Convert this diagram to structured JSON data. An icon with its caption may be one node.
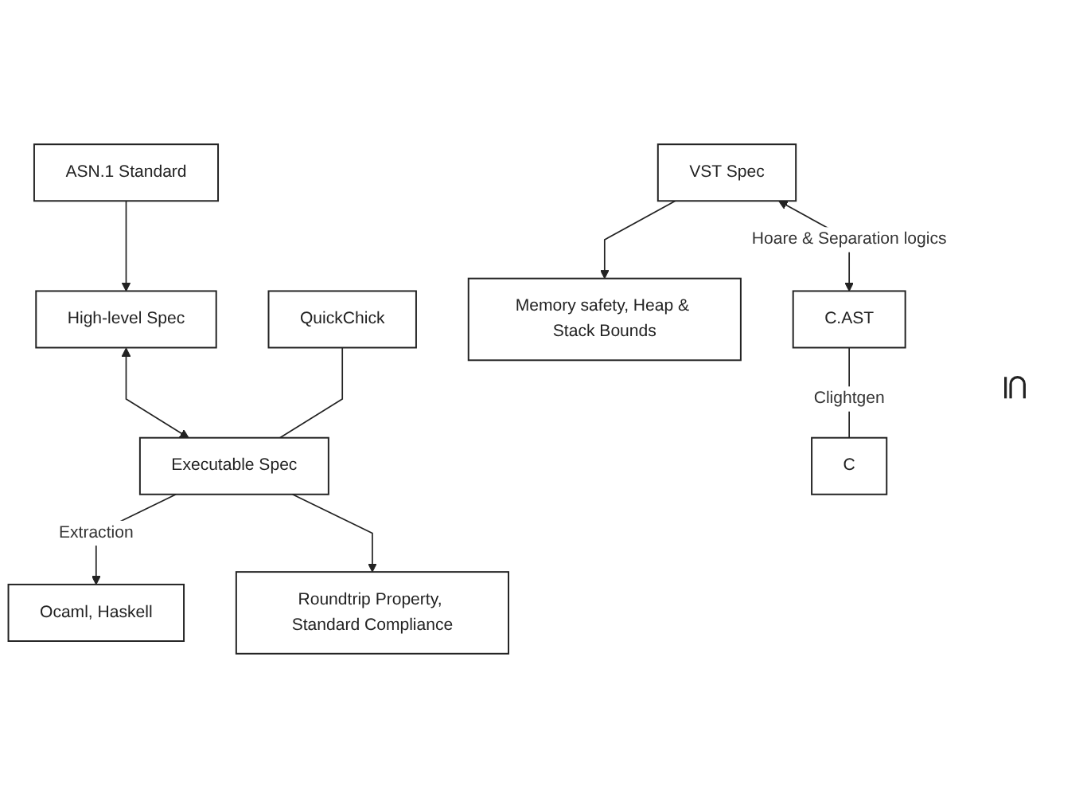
{
  "diagram": {
    "nodes": [
      {
        "text": [
          "ASN.1 Standard"
        ]
      },
      {
        "text": [
          "High-level Spec"
        ]
      },
      {
        "text": [
          "Ocaml, Haskell"
        ]
      },
      {
        "text": [
          "QuickChick"
        ]
      },
      {
        "text": [
          "Executable Spec"
        ]
      },
      {
        "text": [
          "Roundtrip Property, Standard Compliance"
        ]
      },
      {
        "text": [
          "Memory safety, Heap & Stack Bounds"
        ]
      },
      {
        "text": [
          "VST Spec"
        ]
      },
      {
        "text": [
          "C.AST"
        ]
      },
      {
        "text": [
          "C"
        ]
      }
    ],
    "edges": [
      {
        "from": 0,
        "to": 1,
        "arrow": "to"
      },
      {
        "from": 1,
        "to": 4,
        "arrow": "both"
      },
      {
        "from": 4,
        "to": 2,
        "arrow": "to",
        "label": "Extraction"
      },
      {
        "from": 3,
        "to": 4,
        "arrow": "none"
      },
      {
        "from": 4,
        "to": 5,
        "arrow": "to"
      },
      {
        "from": 7,
        "to": 6,
        "arrow": "to"
      },
      {
        "from": 7,
        "to": 8,
        "arrow": "both",
        "label": "Hoare & Separation logics"
      },
      {
        "from": 8,
        "to": 9,
        "arrow": "none",
        "label": "Clightgen"
      }
    ],
    "labels": [
      "⊆"
    ]
  }
}
